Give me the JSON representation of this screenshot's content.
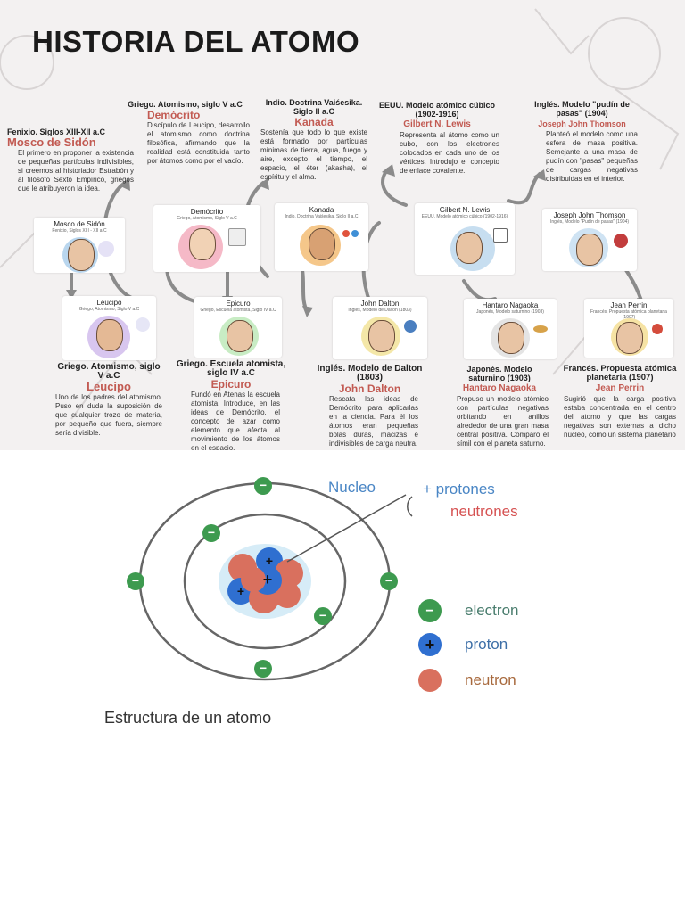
{
  "title": "HISTORIA DEL ATOMO",
  "entries": [
    {
      "id": "mosco",
      "header": "Fenixio. Siglos XIII-XII a.C",
      "name": "Mosco de Sidón",
      "text": "El primero en proponer la existencia de pequeñas partículas indivisibles, si creemos al historiador Estrabón y al filósofo Sexto Empírico, griegos que le atribuyeron la idea.",
      "card_name": "Mosco de Sidón",
      "card_sub": "Fenixio, Siglos XIII - XII a.C"
    },
    {
      "id": "democrito",
      "header": "Griego. Atomismo, siglo V a.C",
      "name": "Demócrito",
      "text": "Discípulo de Leucipo, desarrollo el atomismo como doctrina filosófica, afirmando que la realidad está constituida tanto por átomos como por el vacío.",
      "card_name": "Demócrito",
      "card_sub": "Griego, Atomismo, Siglo V a.C"
    },
    {
      "id": "kanada",
      "header": "Indio. Doctrina Vaiśesika. Siglo II a.C",
      "name": "Kanada",
      "text": "Sostenía que todo lo que existe está formado por partículas mínimas de tierra, agua, fuego y aire, excepto el tiempo, el espacio, el éter (akasha), el espíritu y el alma.",
      "card_name": "Kanada",
      "card_sub": "Indio, Doctrina Vaiśesika, Siglo II a.C"
    },
    {
      "id": "lewis",
      "header": "EEUU. Modelo atómico cúbico (1902-1916)",
      "name": "Gilbert N. Lewis",
      "text": "Representa al átomo como un cubo, con los electrones colocados en cada uno de los vértices. Introdujo el concepto de enlace covalente.",
      "card_name": "Gilbert N. Lewis",
      "card_sub": "EEUU, Modelo atómico cúbico (1902-1916)"
    },
    {
      "id": "thomson",
      "header": "Inglés. Modelo \"pudín de pasas\" (1904)",
      "name": "Joseph John Thomson",
      "text": "Planteó el modelo como una esfera de masa positiva. Semejante a una masa de pudín con \"pasas\" pequeñas de cargas negativas distribuidas en el interior.",
      "card_name": "Joseph John Thomson",
      "card_sub": "Inglés, Modelo \"Pudín de pasas\" (1904)"
    },
    {
      "id": "leucipo",
      "header": "Griego. Atomismo, siglo V a.C",
      "name": "Leucipo",
      "text": "Uno de los padres del atomismo. Puso en duda la suposición de que cualquier trozo de materia, por pequeño que fuera, siempre sería divisible.",
      "card_name": "Leucipo",
      "card_sub": "Griego, Atomismo, Siglo V a.C"
    },
    {
      "id": "epicuro",
      "header": "Griego. Escuela atomista, siglo IV a.C",
      "name": "Epicuro",
      "text": "Fundó en Atenas la escuela atomista. Introduce, en las ideas de Demócrito, el concepto del azar como elemento que afecta al movimiento de los átomos en el espacio.",
      "card_name": "Epicuro",
      "card_sub": "Griego, Escuela atomista, Siglo IV a.C"
    },
    {
      "id": "dalton",
      "header": "Inglés. Modelo de Dalton (1803)",
      "name": "John Dalton",
      "text": "Rescata las ideas de Demócrito para aplicarlas en la ciencia. Para él los átomos eran pequeñas bolas duras, macizas e indivisibles de carga neutra.",
      "card_name": "John Dalton",
      "card_sub": "Inglés, Modelo de Dalton (1803)"
    },
    {
      "id": "nagaoka",
      "header": "Japonés. Modelo saturnino (1903)",
      "name": "Hantaro Nagaoka",
      "text": "Propuso un modelo atómico con partículas negativas orbitando en anillos alrededor de una gran masa central positiva. Comparó el símil con el planeta saturno.",
      "card_name": "Hantaro Nagaoka",
      "card_sub": "Japonés, Modelo saturnino (1903)"
    },
    {
      "id": "perrin",
      "header": "Francés. Propuesta atómica planetaria (1907)",
      "name": "Jean Perrin",
      "text": "Sugirió que la carga positiva estaba concentrada en el centro del atomo y que las cargas negativas son externas a dicho núcleo, como un sistema planetario",
      "card_name": "Jean Perrin",
      "card_sub": "Francés, Propuesta atómica planetaria (1907)"
    }
  ],
  "atom": {
    "nucleus_label": "Nucleo",
    "protones_label": "+ protones",
    "neutrones_label": "neutrones",
    "legend": [
      {
        "label": "electron",
        "color": "#3d9a4f",
        "symbol": "−"
      },
      {
        "label": "proton",
        "color": "#2f6fd0",
        "symbol": "+"
      },
      {
        "label": "neutron",
        "color": "#d9705e",
        "symbol": ""
      }
    ],
    "caption": "Estructura de un atomo",
    "colors": {
      "electron": "#3d9a4f",
      "proton": "#2f6fd0",
      "neutron": "#d9705e",
      "label_blue": "#4a86c5",
      "label_red": "#d65353"
    }
  }
}
